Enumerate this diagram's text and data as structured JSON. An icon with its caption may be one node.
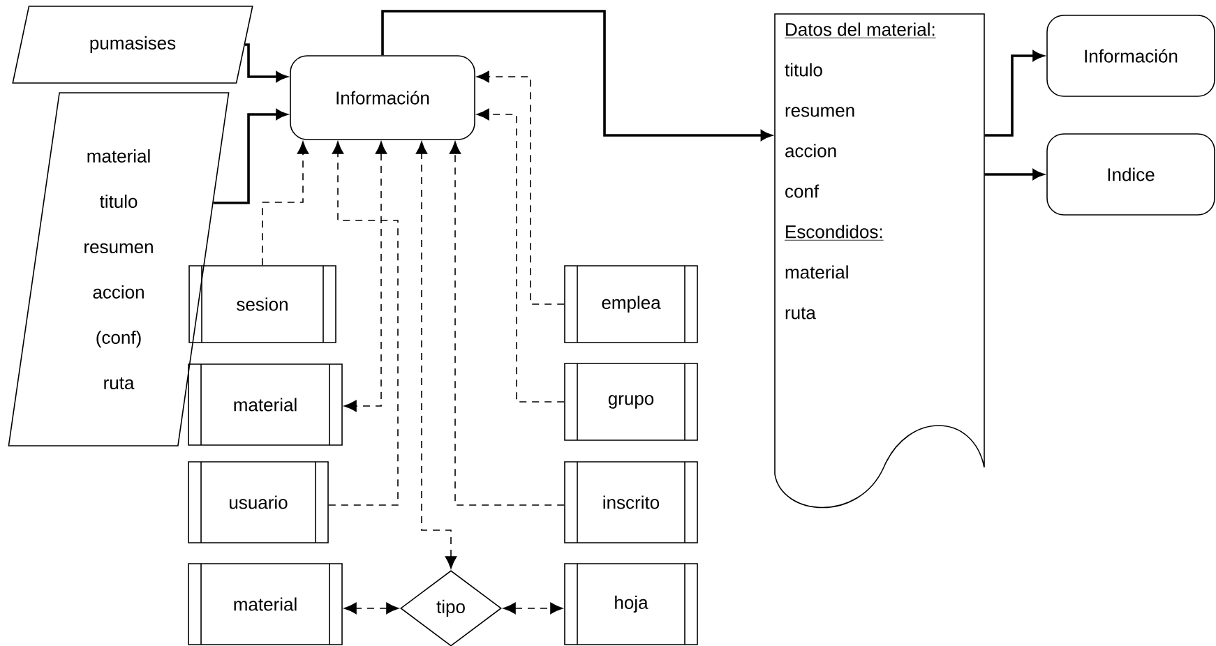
{
  "diagram": {
    "nodes": [
      {
        "text": [
          "pumasises"
        ]
      },
      {
        "text": [
          "material titulo resumen accion (conf) ruta"
        ]
      },
      {
        "text": [
          "Información"
        ]
      },
      {
        "text": [
          "sesion"
        ]
      },
      {
        "text": [
          "material"
        ]
      },
      {
        "text": [
          "usuario"
        ]
      },
      {
        "text": [
          "material"
        ]
      },
      {
        "text": [
          "tipo"
        ]
      },
      {
        "text": [
          "emplea"
        ]
      },
      {
        "text": [
          "grupo"
        ]
      },
      {
        "text": [
          "inscrito"
        ]
      },
      {
        "text": [
          "hoja"
        ]
      },
      {
        "text": [
          "Datos del material:",
          "titulo",
          "resumen",
          "accion",
          "conf",
          "Escondidos:",
          "material",
          "ruta"
        ]
      },
      {
        "text": [
          "Información"
        ]
      },
      {
        "text": [
          "Indice"
        ]
      }
    ],
    "edges": [
      {
        "from": 0,
        "to": 2,
        "arrow": "to"
      },
      {
        "from": 1,
        "to": 2,
        "arrow": "to"
      },
      {
        "from": 2,
        "to": 12,
        "arrow": "to"
      },
      {
        "from": 3,
        "to": 2,
        "arrow": "to",
        "style": "dashed"
      },
      {
        "from": 5,
        "to": 2,
        "arrow": "to",
        "style": "dashed"
      },
      {
        "from": 2,
        "to": 4,
        "arrow": "both",
        "style": "dashed"
      },
      {
        "from": 7,
        "to": 2,
        "arrow": "both",
        "style": "dashed"
      },
      {
        "from": 10,
        "to": 2,
        "arrow": "to",
        "style": "dashed"
      },
      {
        "from": 8,
        "to": 2,
        "arrow": "to",
        "style": "dashed"
      },
      {
        "from": 9,
        "to": 2,
        "arrow": "to",
        "style": "dashed"
      },
      {
        "from": 7,
        "to": 6,
        "arrow": "both",
        "style": "dashed"
      },
      {
        "from": 7,
        "to": 11,
        "arrow": "both",
        "style": "dashed"
      },
      {
        "from": 12,
        "to": 13,
        "arrow": "to"
      },
      {
        "from": 12,
        "to": 14,
        "arrow": "to"
      }
    ]
  }
}
